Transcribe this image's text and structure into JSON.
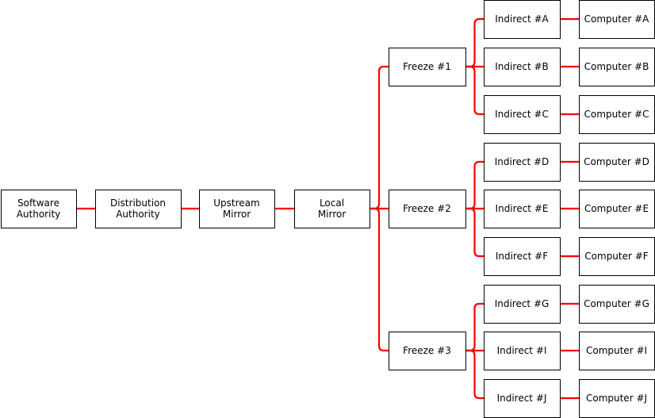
{
  "diagram": {
    "edge_color": "#ff0000",
    "nodes": [
      {
        "id": "software-authority",
        "lines": [
          "Software",
          "Authority"
        ]
      },
      {
        "id": "distribution-authority",
        "lines": [
          "Distribution",
          "Authority"
        ]
      },
      {
        "id": "upstream-mirror",
        "lines": [
          "Upstream",
          "Mirror"
        ]
      },
      {
        "id": "local-mirror",
        "lines": [
          "Local",
          "Mirror"
        ]
      },
      {
        "id": "freeze-1",
        "lines": [
          "Freeze #1"
        ]
      },
      {
        "id": "freeze-2",
        "lines": [
          "Freeze #2"
        ]
      },
      {
        "id": "freeze-3",
        "lines": [
          "Freeze #3"
        ]
      },
      {
        "id": "indirect-a",
        "lines": [
          "Indirect #A"
        ]
      },
      {
        "id": "indirect-b",
        "lines": [
          "Indirect #B"
        ]
      },
      {
        "id": "indirect-c",
        "lines": [
          "Indirect #C"
        ]
      },
      {
        "id": "indirect-d",
        "lines": [
          "Indirect #D"
        ]
      },
      {
        "id": "indirect-e",
        "lines": [
          "Indirect #E"
        ]
      },
      {
        "id": "indirect-f",
        "lines": [
          "Indirect #F"
        ]
      },
      {
        "id": "indirect-g",
        "lines": [
          "Indirect #G"
        ]
      },
      {
        "id": "indirect-i",
        "lines": [
          "Indirect #I"
        ]
      },
      {
        "id": "indirect-j",
        "lines": [
          "Indirect #J"
        ]
      },
      {
        "id": "computer-a",
        "lines": [
          "Computer #A"
        ]
      },
      {
        "id": "computer-b",
        "lines": [
          "Computer #B"
        ]
      },
      {
        "id": "computer-c",
        "lines": [
          "Computer #C"
        ]
      },
      {
        "id": "computer-d",
        "lines": [
          "Computer #D"
        ]
      },
      {
        "id": "computer-e",
        "lines": [
          "Computer #E"
        ]
      },
      {
        "id": "computer-f",
        "lines": [
          "Computer #F"
        ]
      },
      {
        "id": "computer-g",
        "lines": [
          "Computer #G"
        ]
      },
      {
        "id": "computer-i",
        "lines": [
          "Computer #I"
        ]
      },
      {
        "id": "computer-j",
        "lines": [
          "Computer #J"
        ]
      }
    ],
    "edges": [
      [
        "software-authority",
        "distribution-authority"
      ],
      [
        "distribution-authority",
        "upstream-mirror"
      ],
      [
        "upstream-mirror",
        "local-mirror"
      ],
      [
        "local-mirror",
        "freeze-1"
      ],
      [
        "local-mirror",
        "freeze-2"
      ],
      [
        "local-mirror",
        "freeze-3"
      ],
      [
        "freeze-1",
        "indirect-a"
      ],
      [
        "freeze-1",
        "indirect-b"
      ],
      [
        "freeze-1",
        "indirect-c"
      ],
      [
        "freeze-2",
        "indirect-d"
      ],
      [
        "freeze-2",
        "indirect-e"
      ],
      [
        "freeze-2",
        "indirect-f"
      ],
      [
        "freeze-3",
        "indirect-g"
      ],
      [
        "freeze-3",
        "indirect-i"
      ],
      [
        "freeze-3",
        "indirect-j"
      ],
      [
        "indirect-a",
        "computer-a"
      ],
      [
        "indirect-b",
        "computer-b"
      ],
      [
        "indirect-c",
        "computer-c"
      ],
      [
        "indirect-d",
        "computer-d"
      ],
      [
        "indirect-e",
        "computer-e"
      ],
      [
        "indirect-f",
        "computer-f"
      ],
      [
        "indirect-g",
        "computer-g"
      ],
      [
        "indirect-i",
        "computer-i"
      ],
      [
        "indirect-j",
        "computer-j"
      ]
    ]
  }
}
